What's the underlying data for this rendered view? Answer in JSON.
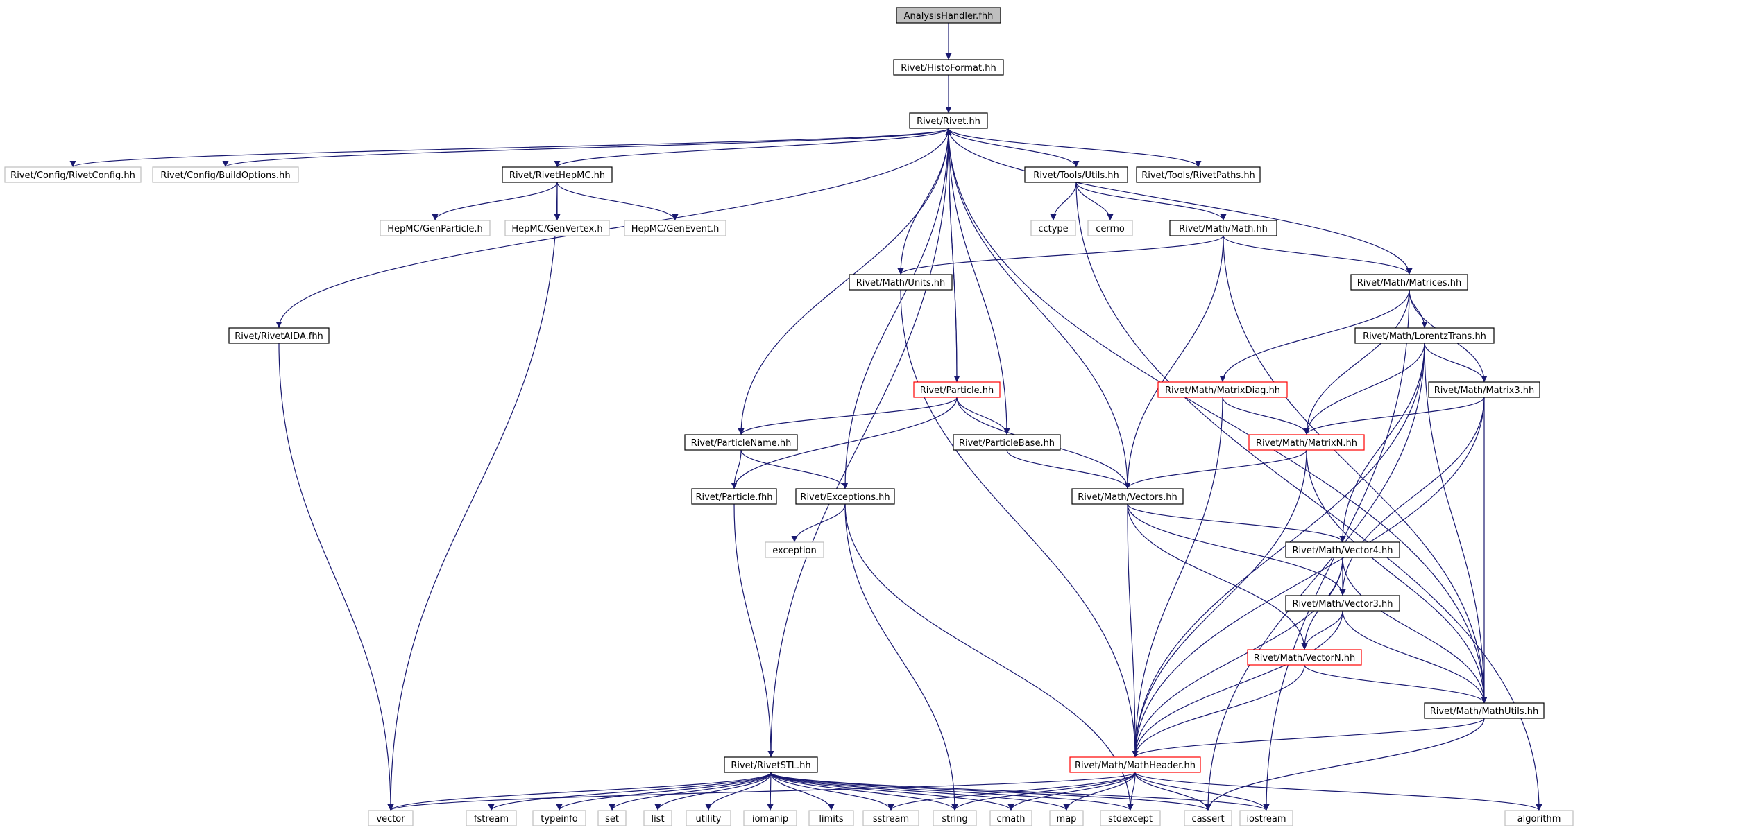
{
  "graph": {
    "nodes": [
      {
        "id": "ah",
        "label": "AnalysisHandler.fhh",
        "style": "root"
      },
      {
        "id": "hf",
        "label": "Rivet/HistoFormat.hh",
        "style": "normal"
      },
      {
        "id": "rv",
        "label": "Rivet/Rivet.hh",
        "style": "normal"
      },
      {
        "id": "rc",
        "label": "Rivet/Config/RivetConfig.hh",
        "style": "external"
      },
      {
        "id": "bo",
        "label": "Rivet/Config/BuildOptions.hh",
        "style": "external"
      },
      {
        "id": "hm",
        "label": "Rivet/RivetHepMC.hh",
        "style": "normal"
      },
      {
        "id": "tu",
        "label": "Rivet/Tools/Utils.hh",
        "style": "normal"
      },
      {
        "id": "rp",
        "label": "Rivet/Tools/RivetPaths.hh",
        "style": "normal"
      },
      {
        "id": "gp",
        "label": "HepMC/GenParticle.h",
        "style": "external"
      },
      {
        "id": "gv",
        "label": "HepMC/GenVertex.h",
        "style": "external"
      },
      {
        "id": "ge",
        "label": "HepMC/GenEvent.h",
        "style": "external"
      },
      {
        "id": "cc",
        "label": "cctype",
        "style": "external"
      },
      {
        "id": "ce",
        "label": "cerrno",
        "style": "external"
      },
      {
        "id": "mm",
        "label": "Rivet/Math/Math.hh",
        "style": "normal"
      },
      {
        "id": "un",
        "label": "Rivet/Math/Units.hh",
        "style": "normal"
      },
      {
        "id": "mx",
        "label": "Rivet/Math/Matrices.hh",
        "style": "normal"
      },
      {
        "id": "ai",
        "label": "Rivet/RivetAIDA.fhh",
        "style": "normal"
      },
      {
        "id": "lt",
        "label": "Rivet/Math/LorentzTrans.hh",
        "style": "normal"
      },
      {
        "id": "pa",
        "label": "Rivet/Particle.hh",
        "style": "red"
      },
      {
        "id": "md",
        "label": "Rivet/Math/MatrixDiag.hh",
        "style": "red"
      },
      {
        "id": "m3",
        "label": "Rivet/Math/Matrix3.hh",
        "style": "normal"
      },
      {
        "id": "pn",
        "label": "Rivet/ParticleName.hh",
        "style": "normal"
      },
      {
        "id": "pb",
        "label": "Rivet/ParticleBase.hh",
        "style": "normal"
      },
      {
        "id": "mn",
        "label": "Rivet/Math/MatrixN.hh",
        "style": "red"
      },
      {
        "id": "pf",
        "label": "Rivet/Particle.fhh",
        "style": "normal"
      },
      {
        "id": "ex",
        "label": "Rivet/Exceptions.hh",
        "style": "normal"
      },
      {
        "id": "ve",
        "label": "Rivet/Math/Vectors.hh",
        "style": "normal"
      },
      {
        "id": "xc",
        "label": "exception",
        "style": "external"
      },
      {
        "id": "v4",
        "label": "Rivet/Math/Vector4.hh",
        "style": "normal"
      },
      {
        "id": "v3",
        "label": "Rivet/Math/Vector3.hh",
        "style": "normal"
      },
      {
        "id": "vn",
        "label": "Rivet/Math/VectorN.hh",
        "style": "red"
      },
      {
        "id": "mu",
        "label": "Rivet/Math/MathUtils.hh",
        "style": "normal"
      },
      {
        "id": "st",
        "label": "Rivet/RivetSTL.hh",
        "style": "normal"
      },
      {
        "id": "mh",
        "label": "Rivet/Math/MathHeader.hh",
        "style": "red"
      },
      {
        "id": "vec",
        "label": "vector",
        "style": "external"
      },
      {
        "id": "fs",
        "label": "fstream",
        "style": "external"
      },
      {
        "id": "ti",
        "label": "typeinfo",
        "style": "external"
      },
      {
        "id": "set",
        "label": "set",
        "style": "external"
      },
      {
        "id": "lst",
        "label": "list",
        "style": "external"
      },
      {
        "id": "utl",
        "label": "utility",
        "style": "external"
      },
      {
        "id": "iom",
        "label": "iomanip",
        "style": "external"
      },
      {
        "id": "lim",
        "label": "limits",
        "style": "external"
      },
      {
        "id": "ss",
        "label": "sstream",
        "style": "external"
      },
      {
        "id": "str",
        "label": "string",
        "style": "external"
      },
      {
        "id": "cm",
        "label": "cmath",
        "style": "external"
      },
      {
        "id": "map",
        "label": "map",
        "style": "external"
      },
      {
        "id": "sx",
        "label": "stdexcept",
        "style": "external"
      },
      {
        "id": "cas",
        "label": "cassert",
        "style": "external"
      },
      {
        "id": "ios",
        "label": "iostream",
        "style": "external"
      },
      {
        "id": "alg",
        "label": "algorithm",
        "style": "external"
      }
    ],
    "edges": [
      [
        "ah",
        "hf"
      ],
      [
        "hf",
        "rv"
      ],
      [
        "rv",
        "rc"
      ],
      [
        "rv",
        "bo"
      ],
      [
        "rv",
        "hm"
      ],
      [
        "rv",
        "tu"
      ],
      [
        "rv",
        "rp"
      ],
      [
        "rv",
        "ai"
      ],
      [
        "rv",
        "un"
      ],
      [
        "rv",
        "mx"
      ],
      [
        "rv",
        "pa"
      ],
      [
        "rv",
        "pn"
      ],
      [
        "rv",
        "ex"
      ],
      [
        "rv",
        "st"
      ],
      [
        "rv",
        "ve"
      ],
      [
        "rv",
        "mu"
      ],
      [
        "hm",
        "gp"
      ],
      [
        "hm",
        "gv"
      ],
      [
        "hm",
        "ge"
      ],
      [
        "hm",
        "vec"
      ],
      [
        "tu",
        "cc"
      ],
      [
        "tu",
        "ce"
      ],
      [
        "tu",
        "mm"
      ],
      [
        "tu",
        "alg"
      ],
      [
        "mm",
        "un"
      ],
      [
        "mm",
        "mx"
      ],
      [
        "mm",
        "ve"
      ],
      [
        "mm",
        "mu"
      ],
      [
        "un",
        "mh"
      ],
      [
        "ai",
        "vec"
      ],
      [
        "mx",
        "lt"
      ],
      [
        "mx",
        "md"
      ],
      [
        "mx",
        "m3"
      ],
      [
        "mx",
        "mn"
      ],
      [
        "mx",
        "ios"
      ],
      [
        "lt",
        "m3"
      ],
      [
        "lt",
        "mn"
      ],
      [
        "lt",
        "v4"
      ],
      [
        "lt",
        "mu"
      ],
      [
        "lt",
        "mh"
      ],
      [
        "lt",
        "cas"
      ],
      [
        "pa",
        "rv"
      ],
      [
        "pa",
        "pn"
      ],
      [
        "pa",
        "pf"
      ],
      [
        "pa",
        "pb"
      ],
      [
        "pa",
        "ve"
      ],
      [
        "pb",
        "rv"
      ],
      [
        "pb",
        "ve"
      ],
      [
        "md",
        "mn"
      ],
      [
        "md",
        "mh"
      ],
      [
        "m3",
        "mn"
      ],
      [
        "m3",
        "v3"
      ],
      [
        "m3",
        "mu"
      ],
      [
        "m3",
        "mh"
      ],
      [
        "mn",
        "ve"
      ],
      [
        "mn",
        "mh"
      ],
      [
        "mn",
        "mu"
      ],
      [
        "pn",
        "pf"
      ],
      [
        "pn",
        "ex"
      ],
      [
        "pf",
        "st"
      ],
      [
        "ex",
        "xc"
      ],
      [
        "ex",
        "str"
      ],
      [
        "ex",
        "sx"
      ],
      [
        "ve",
        "v4"
      ],
      [
        "ve",
        "v3"
      ],
      [
        "ve",
        "vn"
      ],
      [
        "ve",
        "mh"
      ],
      [
        "v4",
        "v3"
      ],
      [
        "v4",
        "vn"
      ],
      [
        "v4",
        "mu"
      ],
      [
        "v4",
        "mh"
      ],
      [
        "v3",
        "vn"
      ],
      [
        "v3",
        "mu"
      ],
      [
        "v3",
        "mh"
      ],
      [
        "vn",
        "mu"
      ],
      [
        "vn",
        "mh"
      ],
      [
        "mu",
        "mh"
      ],
      [
        "mu",
        "cas"
      ],
      [
        "st",
        "vec"
      ],
      [
        "st",
        "fs"
      ],
      [
        "st",
        "ti"
      ],
      [
        "st",
        "set"
      ],
      [
        "st",
        "lst"
      ],
      [
        "st",
        "utl"
      ],
      [
        "st",
        "iom"
      ],
      [
        "st",
        "lim"
      ],
      [
        "st",
        "ss"
      ],
      [
        "st",
        "str"
      ],
      [
        "st",
        "cm"
      ],
      [
        "st",
        "map"
      ],
      [
        "st",
        "sx"
      ],
      [
        "st",
        "cas"
      ],
      [
        "st",
        "ios"
      ],
      [
        "mh",
        "vec"
      ],
      [
        "mh",
        "ss"
      ],
      [
        "mh",
        "str"
      ],
      [
        "mh",
        "cm"
      ],
      [
        "mh",
        "map"
      ],
      [
        "mh",
        "sx"
      ],
      [
        "mh",
        "cas"
      ],
      [
        "mh",
        "ios"
      ],
      [
        "mh",
        "alg"
      ]
    ]
  },
  "colors": {
    "edge": "#191970",
    "normal_border": "#000000",
    "red_border": "#ff0000",
    "external_border": "#bfbfbf",
    "root_fill": "#bfbfbf",
    "text": "#000000"
  }
}
